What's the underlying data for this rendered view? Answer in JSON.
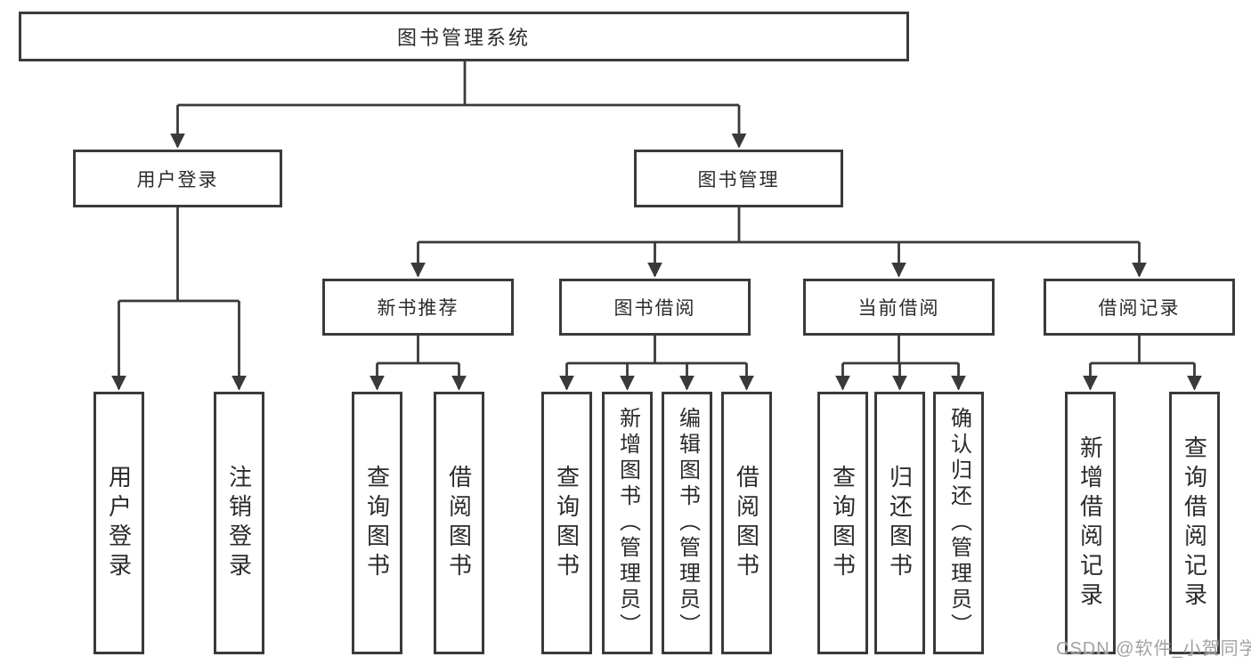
{
  "root": {
    "label": "图书管理系统"
  },
  "branches": {
    "user": {
      "label": "用户登录",
      "children": [
        "用户登录",
        "注销登录"
      ]
    },
    "book": {
      "label": "图书管理",
      "modules": [
        {
          "label": "新书推荐",
          "children": [
            "查询图书",
            "借阅图书"
          ]
        },
        {
          "label": "图书借阅",
          "children": [
            "查询图书",
            "新增图书（管理员）",
            "编辑图书（管理员）",
            "借阅图书"
          ]
        },
        {
          "label": "当前借阅",
          "children": [
            "查询图书",
            "归还图书",
            "确认归还（管理员）"
          ]
        },
        {
          "label": "借阅记录",
          "children": [
            "新增借阅记录",
            "查询借阅记录"
          ]
        }
      ]
    }
  },
  "watermark": "CSDN @软件_小贺同学",
  "colors": {
    "line": "#3a3a3a",
    "box_border": "#3a3a3a",
    "text": "#2b2b2b",
    "watermark_text": "#989898",
    "background": "#ffffff"
  }
}
